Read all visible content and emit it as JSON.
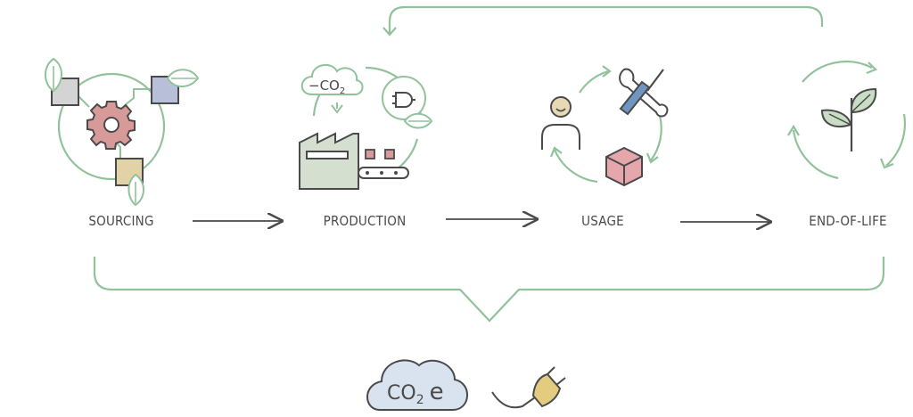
{
  "stages": [
    {
      "id": "sourcing",
      "label": "SOURCING"
    },
    {
      "id": "production",
      "label": "PRODUCTION"
    },
    {
      "id": "usage",
      "label": "USAGE"
    },
    {
      "id": "end-of-life",
      "label": "END-OF-LIFE"
    }
  ],
  "production_icon": {
    "co2_reduction_text": "−CO",
    "co2_subscript": "2"
  },
  "result": {
    "cloud_text": "CO",
    "cloud_subscript": "2",
    "cloud_suffix": "e"
  },
  "colors": {
    "green": "#92c29b",
    "ink": "#4a4a4a",
    "gear_red": "#d89a98",
    "square_gray": "#d4d4d4",
    "square_blue": "#b7bfd9",
    "square_tan": "#e2d3a6",
    "factory_green": "#d4dfd0",
    "box_pink": "#e5a7ab",
    "screwdriver_blue": "#6f95c0",
    "plug_yellow": "#e3cc80",
    "cloud_blue": "#d8e3ef",
    "leaf_fill": "#c9dcc4"
  },
  "icons": [
    "leaf-icon",
    "gear-icon",
    "factory-icon",
    "conveyor-icon",
    "plug-icon",
    "person-icon",
    "wrench-icon",
    "screwdriver-icon",
    "box-icon",
    "plant-icon",
    "cloud-icon"
  ]
}
